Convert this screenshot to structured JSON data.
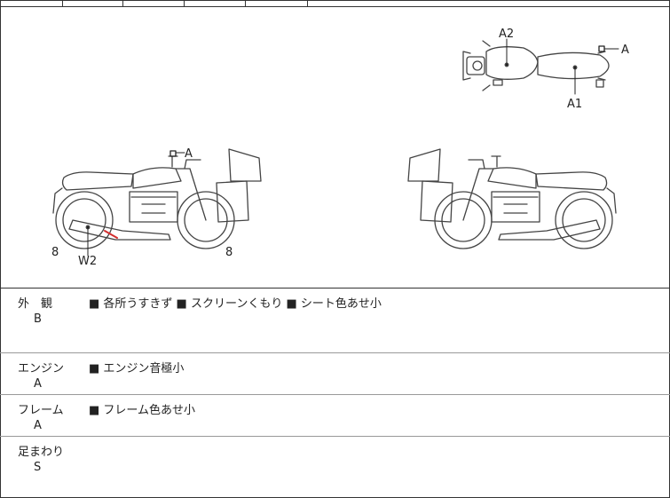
{
  "diagram": {
    "top_view": {
      "label_a2": "A2",
      "label_a1": "A1",
      "label_a": "A"
    },
    "left_view": {
      "label_a": "A",
      "label_8_left": "8",
      "label_w2": "W2",
      "label_8_right": "8"
    }
  },
  "sections": [
    {
      "category": "外　観",
      "grade": "B",
      "items": "■ 各所うすきず ■ スクリーンくもり ■ シート色あせ小"
    },
    {
      "category": "エンジン",
      "grade": "A",
      "items": "■ エンジン音極小"
    },
    {
      "category": "フレーム",
      "grade": "A",
      "items": "■ フレーム色あせ小"
    },
    {
      "category": "足まわり",
      "grade": "S",
      "items": ""
    }
  ],
  "colors": {
    "line": "#333333",
    "damage_mark": "#d32f2f"
  }
}
